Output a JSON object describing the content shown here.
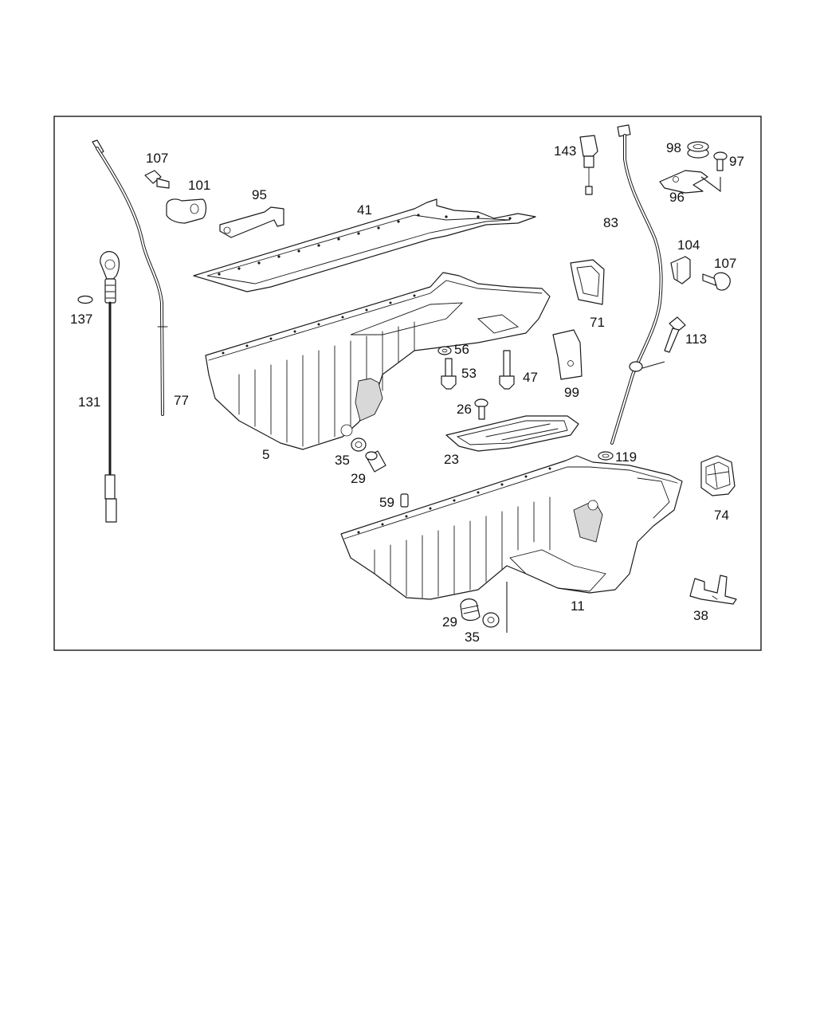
{
  "diagram": {
    "callouts": {
      "c107a": "107",
      "c101": "101",
      "c95": "95",
      "c41": "41",
      "c143": "143",
      "c98": "98",
      "c97": "97",
      "c96": "96",
      "c83": "83",
      "c104": "104",
      "c107b": "107",
      "c137": "137",
      "c71": "71",
      "c113": "113",
      "c56": "56",
      "c53": "53",
      "c47": "47",
      "c99": "99",
      "c131": "131",
      "c77": "77",
      "c26": "26",
      "c5": "5",
      "c35a": "35",
      "c29a": "29",
      "c23": "23",
      "c119": "119",
      "c74": "74",
      "c59": "59",
      "c11": "11",
      "c29b": "29",
      "c35b": "35",
      "c38": "38"
    }
  }
}
